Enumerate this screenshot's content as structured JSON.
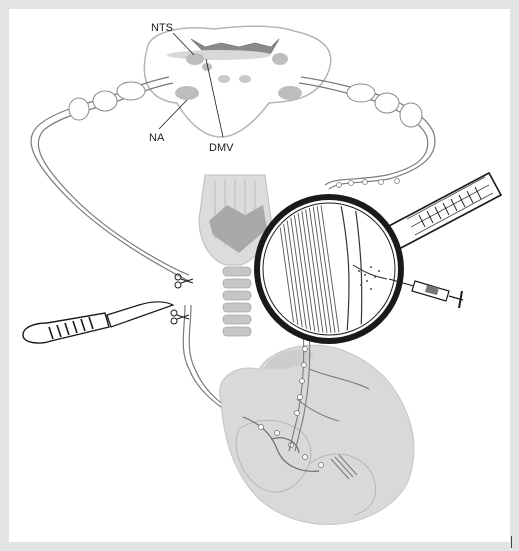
{
  "labels": {
    "nts": "NTS",
    "na": "NA",
    "dmv": "DMV"
  },
  "colors": {
    "background": "#e3e3e3",
    "panel": "#ffffff",
    "ink": "#1a1a1a",
    "gray_fill": "#cfcfcf",
    "dark_fill": "#8a8a8a"
  },
  "icons": [
    "brainstem-section",
    "nerve-fiber",
    "ganglion",
    "larynx-trachea",
    "magnifying-glass",
    "syringe",
    "scalpel",
    "scissors-cut",
    "heart"
  ]
}
